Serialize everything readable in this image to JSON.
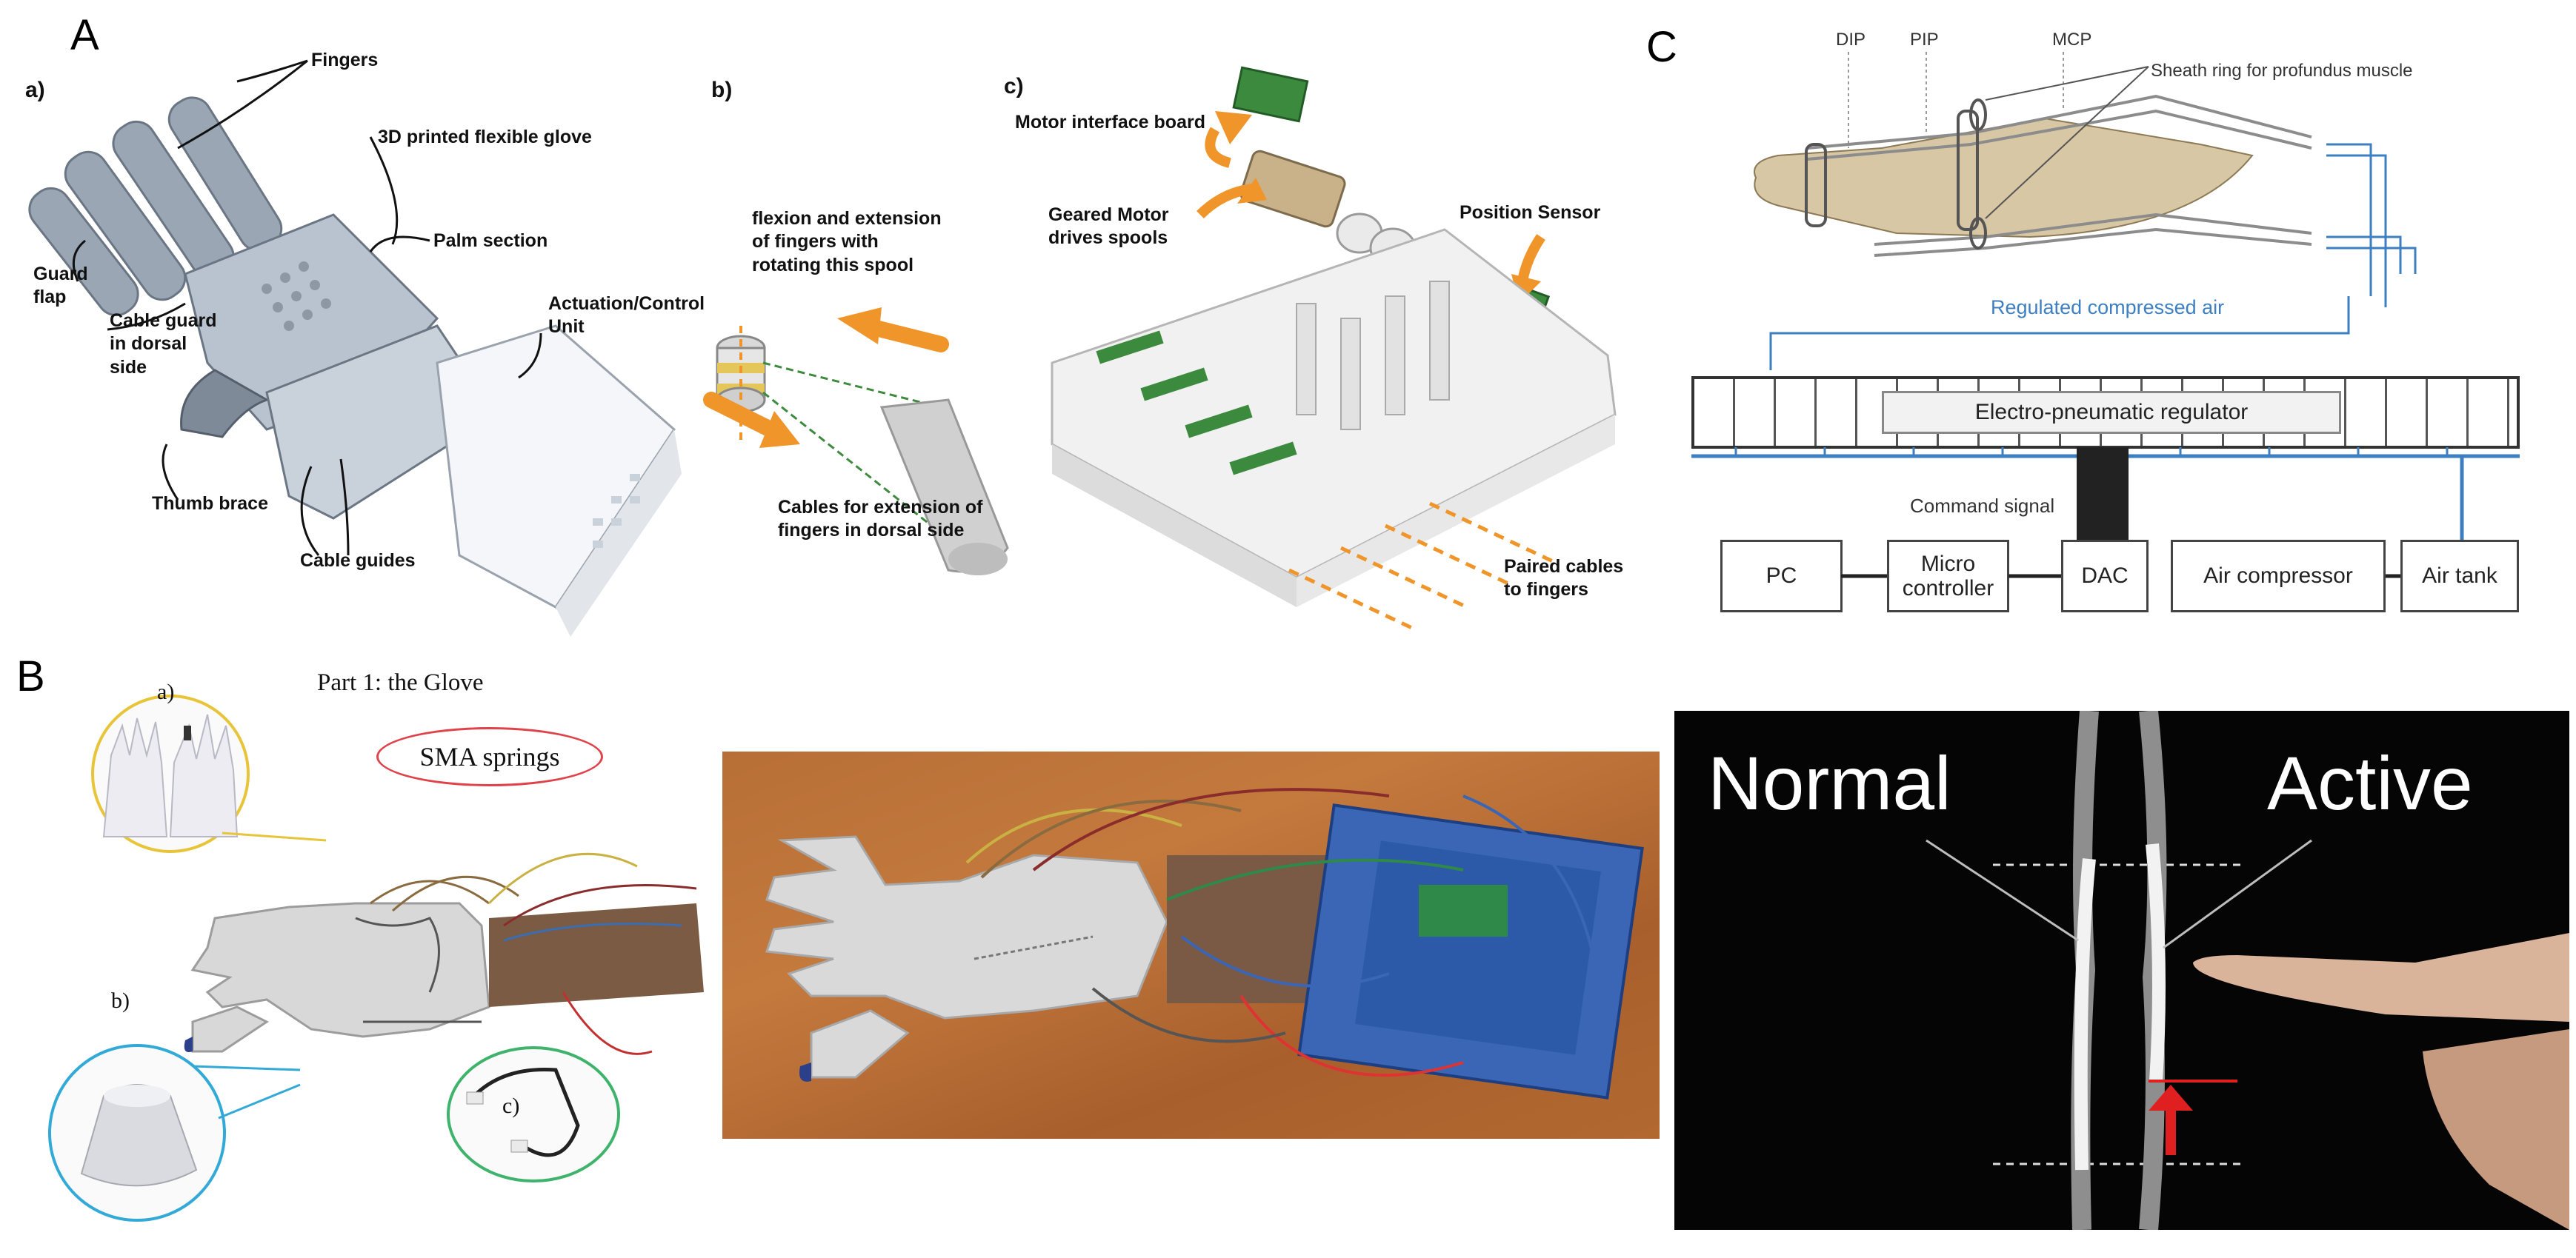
{
  "panels": {
    "A": {
      "letter": "A",
      "a": {
        "tag": "a)",
        "labels": {
          "fingers": "Fingers",
          "glove": "3D printed flexible glove",
          "palm": "Palm section",
          "guard_flap": "Guard\nflap",
          "cable_guard": "Cable guard\nin dorsal\nside",
          "actuation": "Actuation/Control\nUnit",
          "thumb": "Thumb brace",
          "cable_guides": "Cable guides"
        }
      },
      "b": {
        "tag": "b)",
        "labels": {
          "flexion": "flexion and extension\nof fingers with\nrotating this spool",
          "cables": "Cables for extension of\nfingers in dorsal side"
        }
      },
      "c": {
        "tag": "c)",
        "labels": {
          "motor_board": "Motor interface board",
          "geared": "Geared Motor\ndrives spools",
          "position": "Position Sensor",
          "paired": "Paired cables\nto fingers"
        }
      }
    },
    "B": {
      "letter": "B",
      "part_title": "Part 1: the Glove",
      "sma": "SMA springs",
      "callout_a": "a)",
      "callout_b": "b)",
      "callout_c": "c)"
    },
    "C": {
      "letter": "C",
      "joints": [
        "DIP",
        "PIP",
        "MCP"
      ],
      "sheath": "Sheath ring for profundus muscle",
      "regulated_air": "Regulated compressed air",
      "regulator": "Electro-pneumatic regulator",
      "command": "Command signal",
      "blocks": [
        "PC",
        "Micro\ncontroller",
        "DAC",
        "Air compressor",
        "Air tank"
      ]
    },
    "D": {
      "normal": "Normal",
      "active": "Active"
    }
  },
  "colors": {
    "orange_arrow": "#f0952a",
    "blue_line": "#3d7fc1",
    "sma_oval": "#e0424a",
    "yellow_circle": "#e8c43a",
    "cyan_circle": "#33a9d8",
    "green_circle": "#3fb36b",
    "red_arrow": "#e02020"
  }
}
